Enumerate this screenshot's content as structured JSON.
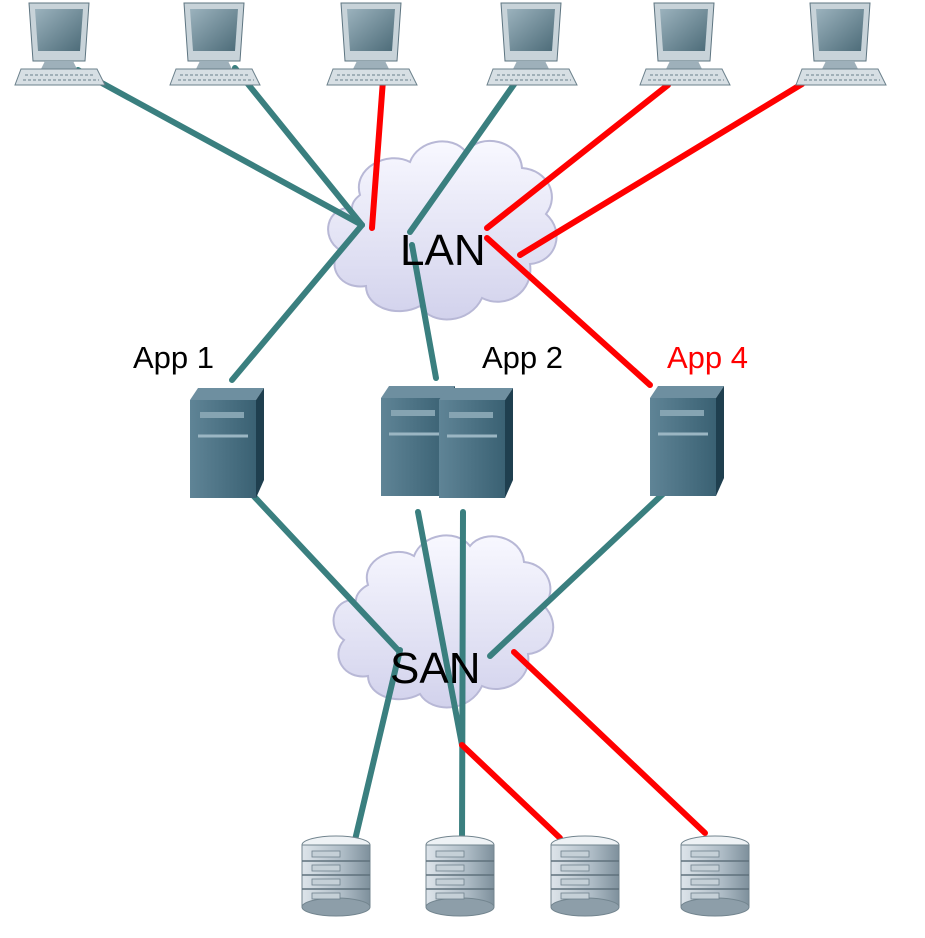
{
  "labels": {
    "lan": "LAN",
    "san": "SAN",
    "app1": "App 1",
    "app2": "App 2",
    "app4": "App 4"
  },
  "colors": {
    "normal_link": "#3a7f7f",
    "highlight_link": "#ff0000",
    "highlight_label": "#ff0000",
    "label": "#000000",
    "cloud": "#e7e7f7",
    "server": "#2f5a6e"
  },
  "icons": {
    "workstation": "workstation-icon",
    "lan": "cloud-icon",
    "san": "cloud-icon",
    "server": "server-icon",
    "storage": "storage-array-icon"
  }
}
